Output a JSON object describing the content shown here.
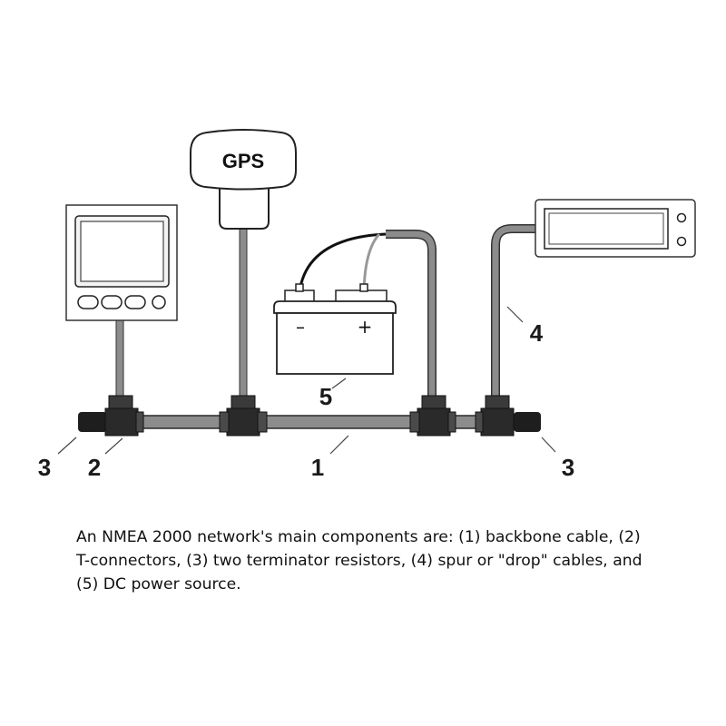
{
  "gps_label": "GPS",
  "battery": {
    "minus": "–",
    "plus": "+"
  },
  "callouts": {
    "backbone": "1",
    "t_connector": "2",
    "terminator_left": "3",
    "terminator_right": "3",
    "drop_cable": "4",
    "power_source": "5"
  },
  "caption": "An NMEA 2000 network's main components are: (1) backbone cable, (2) T-connectors, (3) two terminator resistors, (4) spur or \"drop\" cables, and (5) DC power source."
}
